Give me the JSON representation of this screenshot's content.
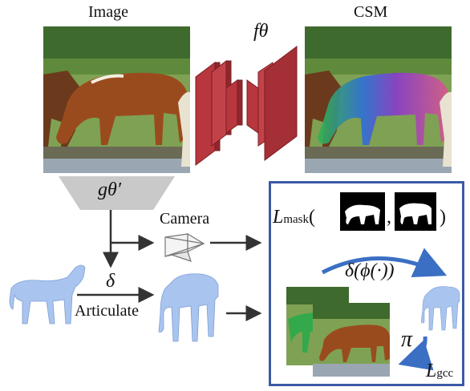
{
  "labels": {
    "image_title": "Image",
    "csm_title": "CSM",
    "f_theta": "fθ",
    "g_theta": "gθ′",
    "camera": "Camera",
    "delta": "δ",
    "articulate": "Articulate",
    "l_mask_main": "L",
    "l_mask_sub": "mask",
    "l_mask_open": "(",
    "l_mask_comma": ",",
    "l_mask_close": ")",
    "delta_phi": "δ(ϕ(·))",
    "pi": "π",
    "l_gcc_main": "L",
    "l_gcc_sub": "gcc"
  },
  "colors": {
    "network": "#b8363d",
    "network_edge": "#7a1f24",
    "encoder": "#c9c9c9",
    "panel_border": "#3b5aa6",
    "curve_arrow": "#3b6fc4",
    "mesh": "#a9c4ee",
    "mesh_shade": "#7f9fd6"
  },
  "icons": [
    "camera-frustum-icon",
    "horse-mask-icon",
    "horse-mesh-icon"
  ]
}
